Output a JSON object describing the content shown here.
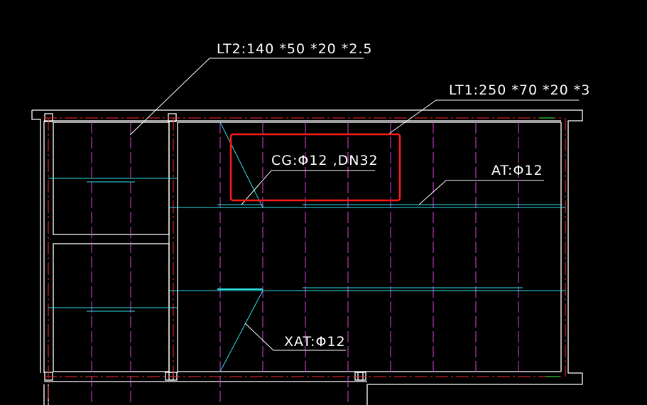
{
  "labels": {
    "lt2": "LT2:140 *50 *20 *2.5",
    "lt1": "LT1:250 *70 *20 *3",
    "cg": "CG:Φ12 ,DN32",
    "at": "AT:Φ12",
    "xat": "XAT:Φ12"
  },
  "colors": {
    "background": "#000000",
    "wall": "#ffffff",
    "axis_red": "#ff2a2a",
    "purlin_magenta": "#e040e0",
    "brace_cyan": "#30e0e8",
    "highlight_red": "#ff1a1a",
    "marker_green": "#40ff40"
  }
}
